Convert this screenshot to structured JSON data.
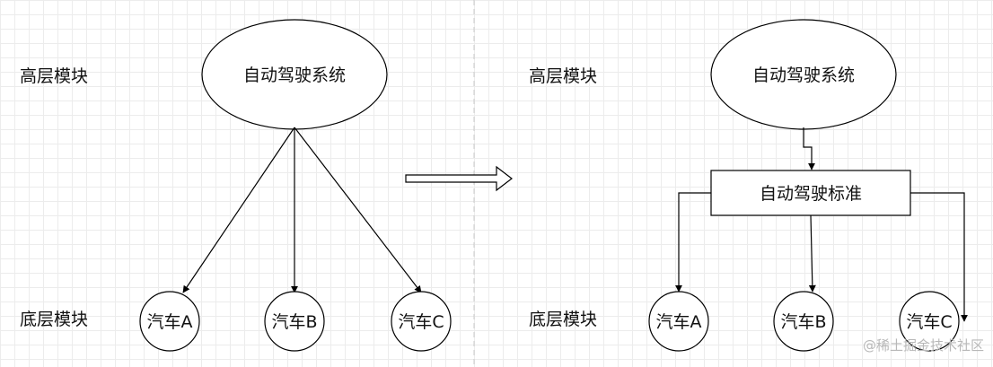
{
  "left_diagram": {
    "high_level_label": "高层模块",
    "low_level_label": "底层模块",
    "system_label": "自动驾驶系统",
    "cars": [
      "汽车A",
      "汽车B",
      "汽车C"
    ]
  },
  "right_diagram": {
    "high_level_label": "高层模块",
    "low_level_label": "底层模块",
    "system_label": "自动驾驶系统",
    "standard_label": "自动驾驶标准",
    "cars": [
      "汽车A",
      "汽车B",
      "汽车C"
    ]
  },
  "watermark": "@稀土掘金技术社区",
  "colors": {
    "stroke": "#000000",
    "text": "#111111",
    "divider": "#c8c8c8",
    "grid": "#ececec",
    "watermark": "#b8b8b8"
  }
}
